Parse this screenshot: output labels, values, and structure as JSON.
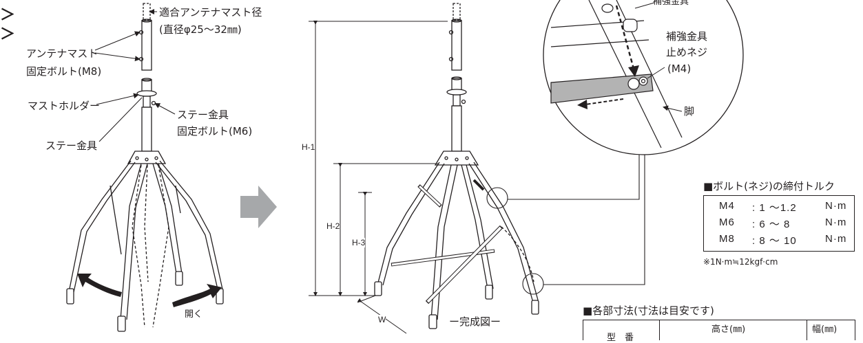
{
  "marks": [
    "＞",
    "＞"
  ],
  "left_diagram": {
    "mast_diameter_label": "適合アンテナマスト径",
    "mast_diameter_value": "(直径φ25〜32㎜)",
    "mast_bolt_label_1": "アンテナマスト",
    "mast_bolt_label_2": "固定ボルト(M8)",
    "mast_holder_label": "マストホルダー",
    "stay_bolt_label_1": "ステー金具",
    "stay_bolt_label_2": "固定ボルト(M6)",
    "stay_fitting_label": "ステー金具",
    "open_label": "開く"
  },
  "right_diagram": {
    "dim_h1": "H-1",
    "dim_h2": "H-2",
    "dim_h3": "H-3",
    "dim_w": "W",
    "caption": "ー完成図ー"
  },
  "detail_circle": {
    "reinforce_top": "補強金具",
    "reinforce_screw_1": "補強金具",
    "reinforce_screw_2": "止めネジ",
    "reinforce_screw_3": "(M4)",
    "leg_label": "脚"
  },
  "torque": {
    "heading": "■ボルト(ネジ)の締付トルク",
    "rows": [
      {
        "size": "M4",
        "value": ": 1 〜1.2",
        "unit": "N·m"
      },
      {
        "size": "M6",
        "value": ": 6 〜  8",
        "unit": "N·m"
      },
      {
        "size": "M8",
        "value": ": 8 〜 10",
        "unit": "N·m"
      }
    ],
    "note": "※1N·m≒12kgf·cm"
  },
  "dimensions": {
    "heading": "■各部寸法(寸法は目安です)",
    "col_model": "型　番",
    "col_height": "高さ(㎜)",
    "col_width": "幅(㎜)"
  },
  "colors": {
    "line": "#231f20",
    "arrow_gray": "#a6a8aa",
    "brace_gray": "#b3b3b3"
  }
}
